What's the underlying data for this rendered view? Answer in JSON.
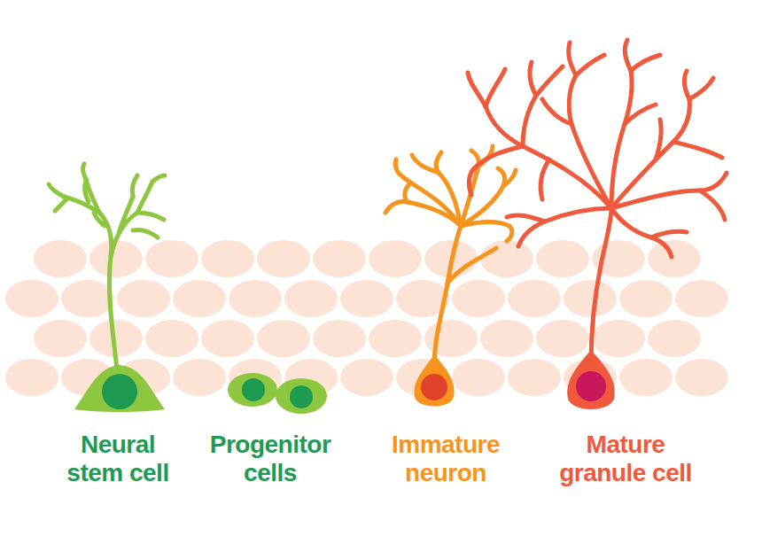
{
  "diagram": {
    "labels": [
      "Neural stem cell",
      "Progenitor cells",
      "Immature neuron",
      "Mature granule cell"
    ]
  }
}
